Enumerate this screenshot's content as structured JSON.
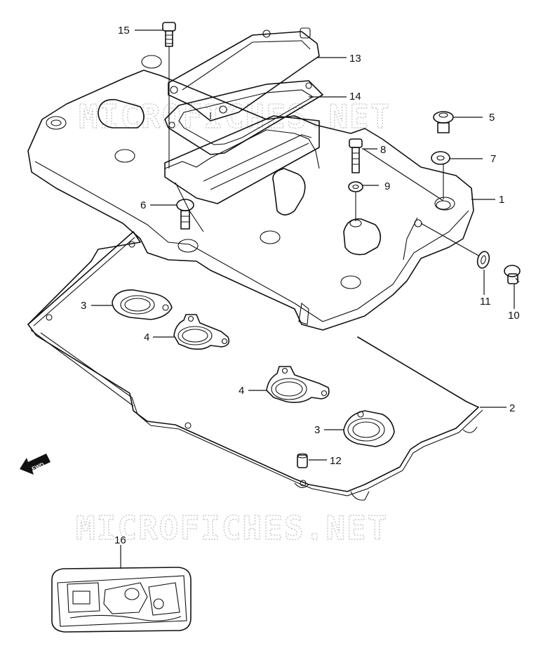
{
  "watermark": {
    "text": "MICROFICHES.NET"
  },
  "direction_marker": {
    "label": "FWD"
  },
  "callouts": [
    {
      "id": "c1",
      "label": "1"
    },
    {
      "id": "c2",
      "label": "2"
    },
    {
      "id": "c3a",
      "label": "3"
    },
    {
      "id": "c3b",
      "label": "3"
    },
    {
      "id": "c4a",
      "label": "4"
    },
    {
      "id": "c4b",
      "label": "4"
    },
    {
      "id": "c5",
      "label": "5"
    },
    {
      "id": "c6",
      "label": "6"
    },
    {
      "id": "c7",
      "label": "7"
    },
    {
      "id": "c8",
      "label": "8"
    },
    {
      "id": "c9",
      "label": "9"
    },
    {
      "id": "c10",
      "label": "10"
    },
    {
      "id": "c11",
      "label": "11"
    },
    {
      "id": "c12",
      "label": "12"
    },
    {
      "id": "c13",
      "label": "13"
    },
    {
      "id": "c14",
      "label": "14"
    },
    {
      "id": "c15",
      "label": "15"
    },
    {
      "id": "c16",
      "label": "16"
    }
  ]
}
